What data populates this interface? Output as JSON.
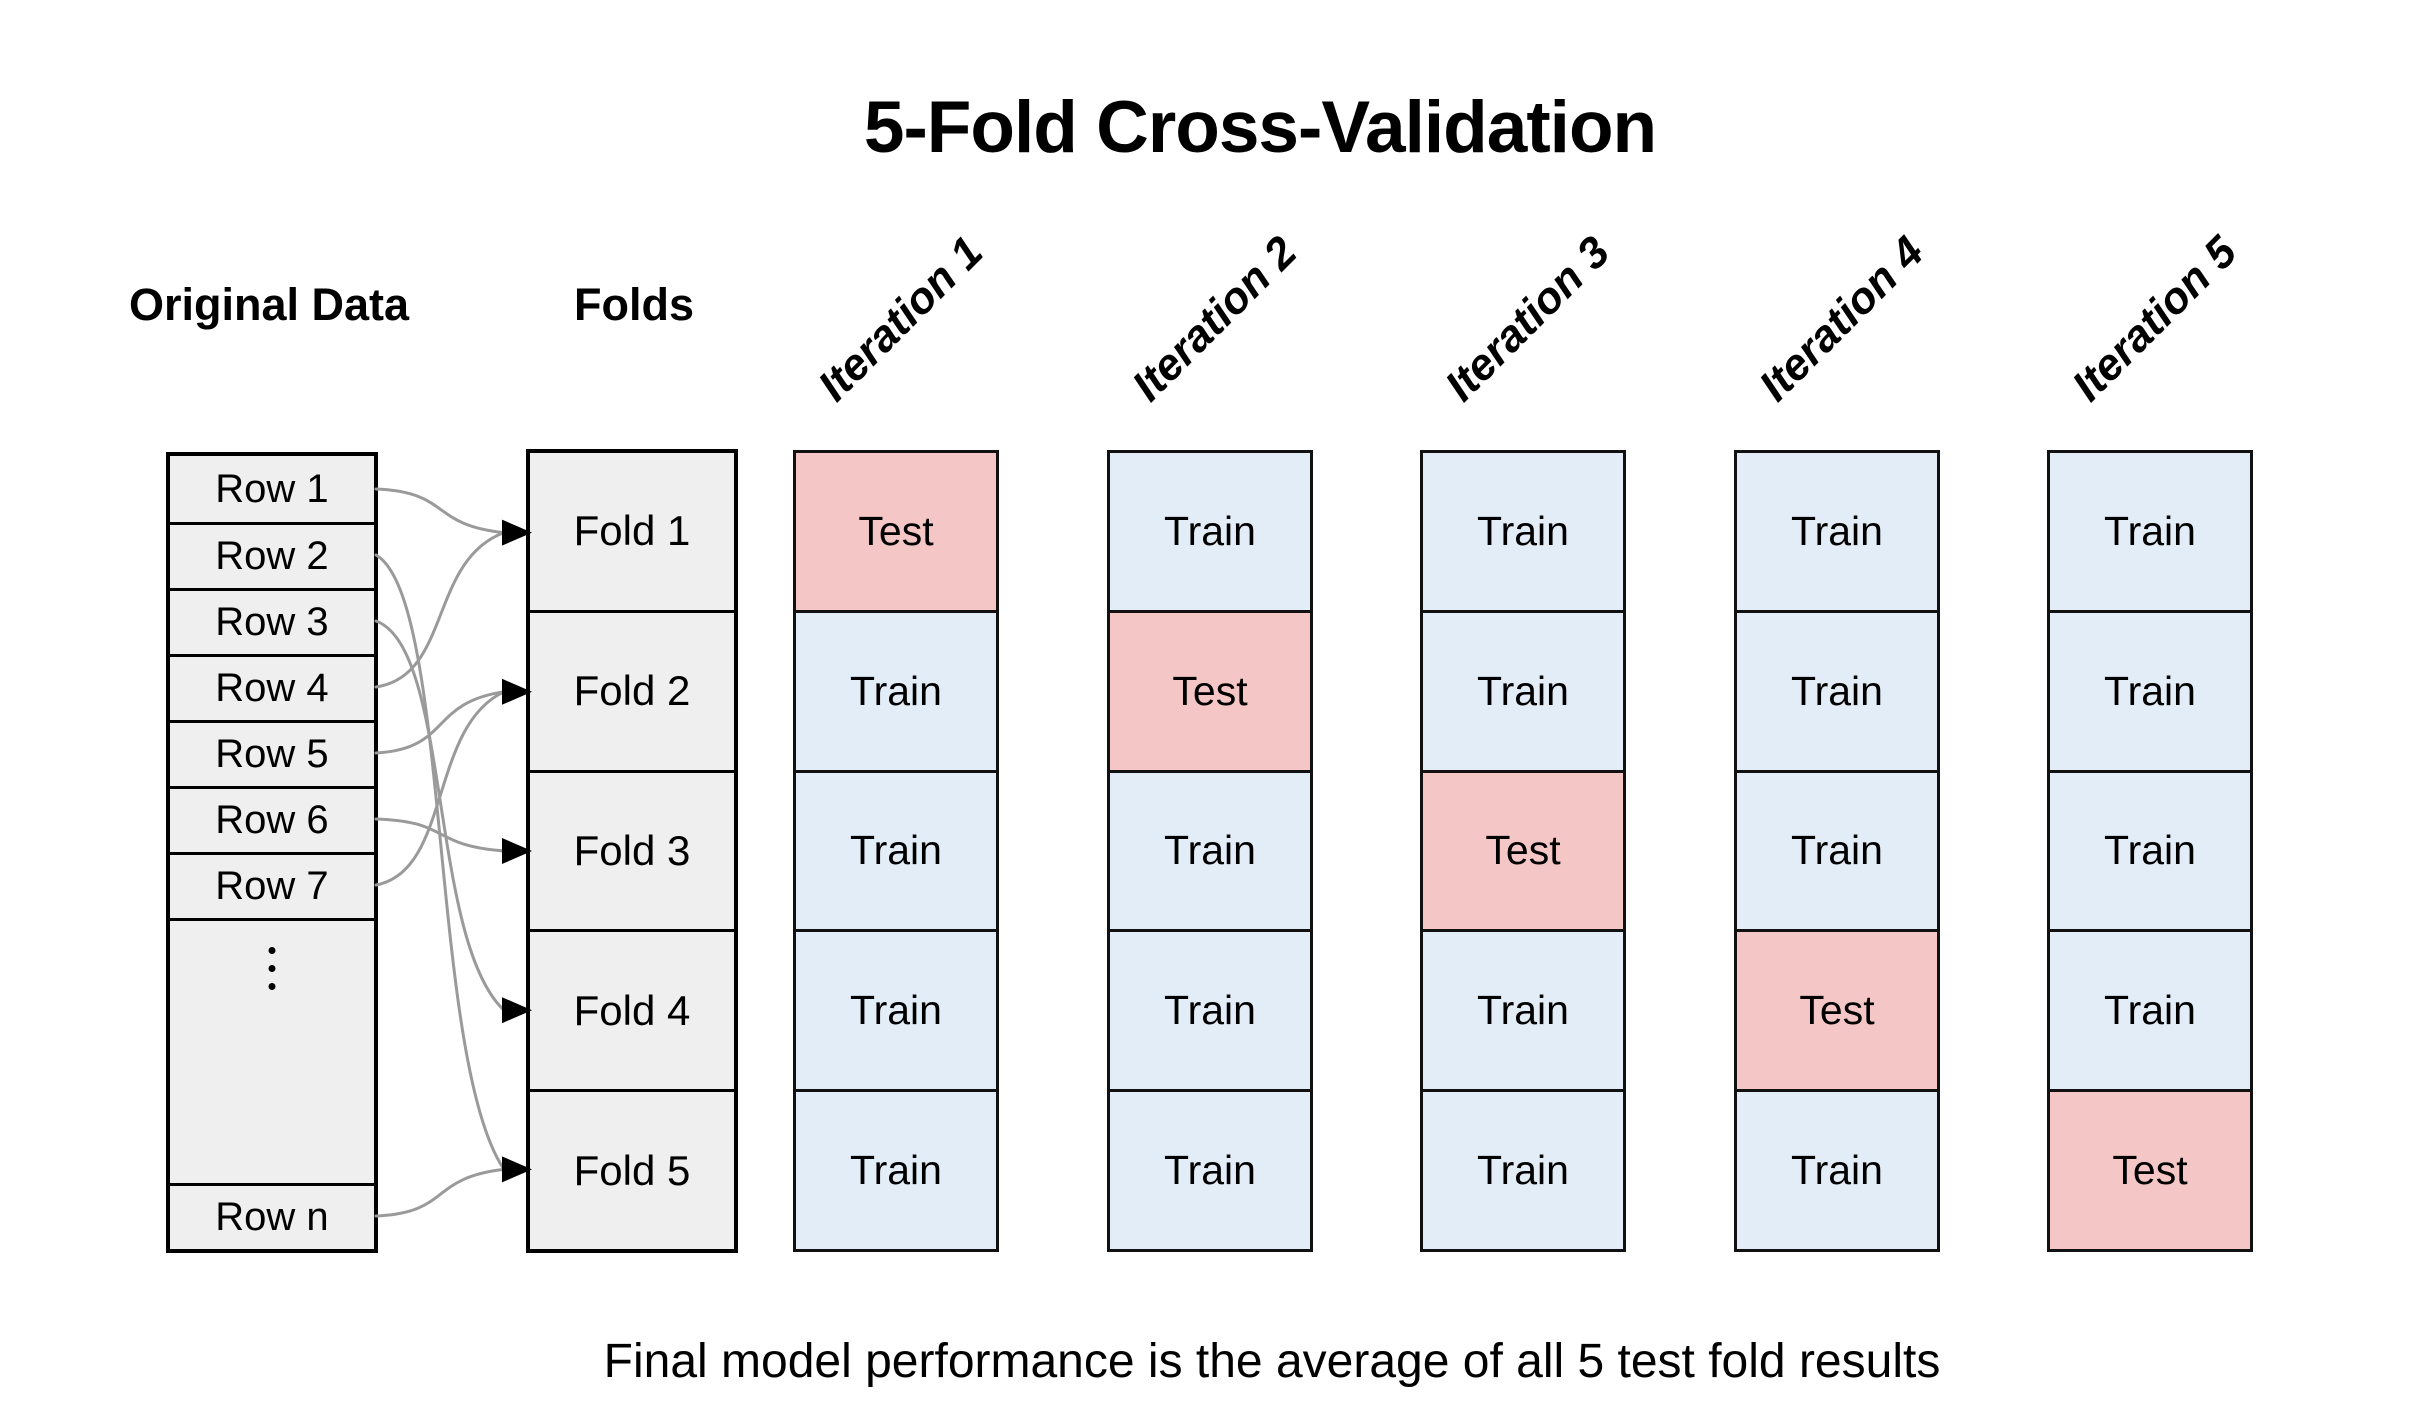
{
  "title": "5-Fold Cross-Validation",
  "headers": {
    "original_data": "Original Data",
    "folds": "Folds"
  },
  "original_data": {
    "rows": [
      "Row 1",
      "Row 2",
      "Row 3",
      "Row 4",
      "Row 5",
      "Row 6",
      "Row 7"
    ],
    "ellipsis": "⋮",
    "last_row": "Row n"
  },
  "folds": [
    "Fold 1",
    "Fold 2",
    "Fold 3",
    "Fold 4",
    "Fold 5"
  ],
  "iterations": [
    {
      "label": "Iteration 1",
      "cells": [
        "Test",
        "Train",
        "Train",
        "Train",
        "Train"
      ]
    },
    {
      "label": "Iteration 2",
      "cells": [
        "Train",
        "Test",
        "Train",
        "Train",
        "Train"
      ]
    },
    {
      "label": "Iteration 3",
      "cells": [
        "Train",
        "Train",
        "Test",
        "Train",
        "Train"
      ]
    },
    {
      "label": "Iteration 4",
      "cells": [
        "Train",
        "Train",
        "Train",
        "Test",
        "Train"
      ]
    },
    {
      "label": "Iteration 5",
      "cells": [
        "Train",
        "Train",
        "Train",
        "Train",
        "Test"
      ]
    }
  ],
  "caption": "Final model performance is the average of all 5 test fold results",
  "colors": {
    "train_cell": "#e2edf8",
    "test_cell": "#f4c6c5",
    "box_fill": "#efefef",
    "arrow_line": "#9a9a9a",
    "arrowhead": "#000000",
    "border": "#000000"
  },
  "arrow_links": [
    {
      "from_row": "Row 1",
      "to_fold": "Fold 1"
    },
    {
      "from_row": "Row 2",
      "to_fold": "Fold 5"
    },
    {
      "from_row": "Row 3",
      "to_fold": "Fold 4"
    },
    {
      "from_row": "Row 4",
      "to_fold": "Fold 1"
    },
    {
      "from_row": "Row 5",
      "to_fold": "Fold 2"
    },
    {
      "from_row": "Row 6",
      "to_fold": "Fold 3"
    },
    {
      "from_row": "Row 7",
      "to_fold": "Fold 2"
    },
    {
      "from_row": "Row n",
      "to_fold": "Fold 5"
    }
  ]
}
